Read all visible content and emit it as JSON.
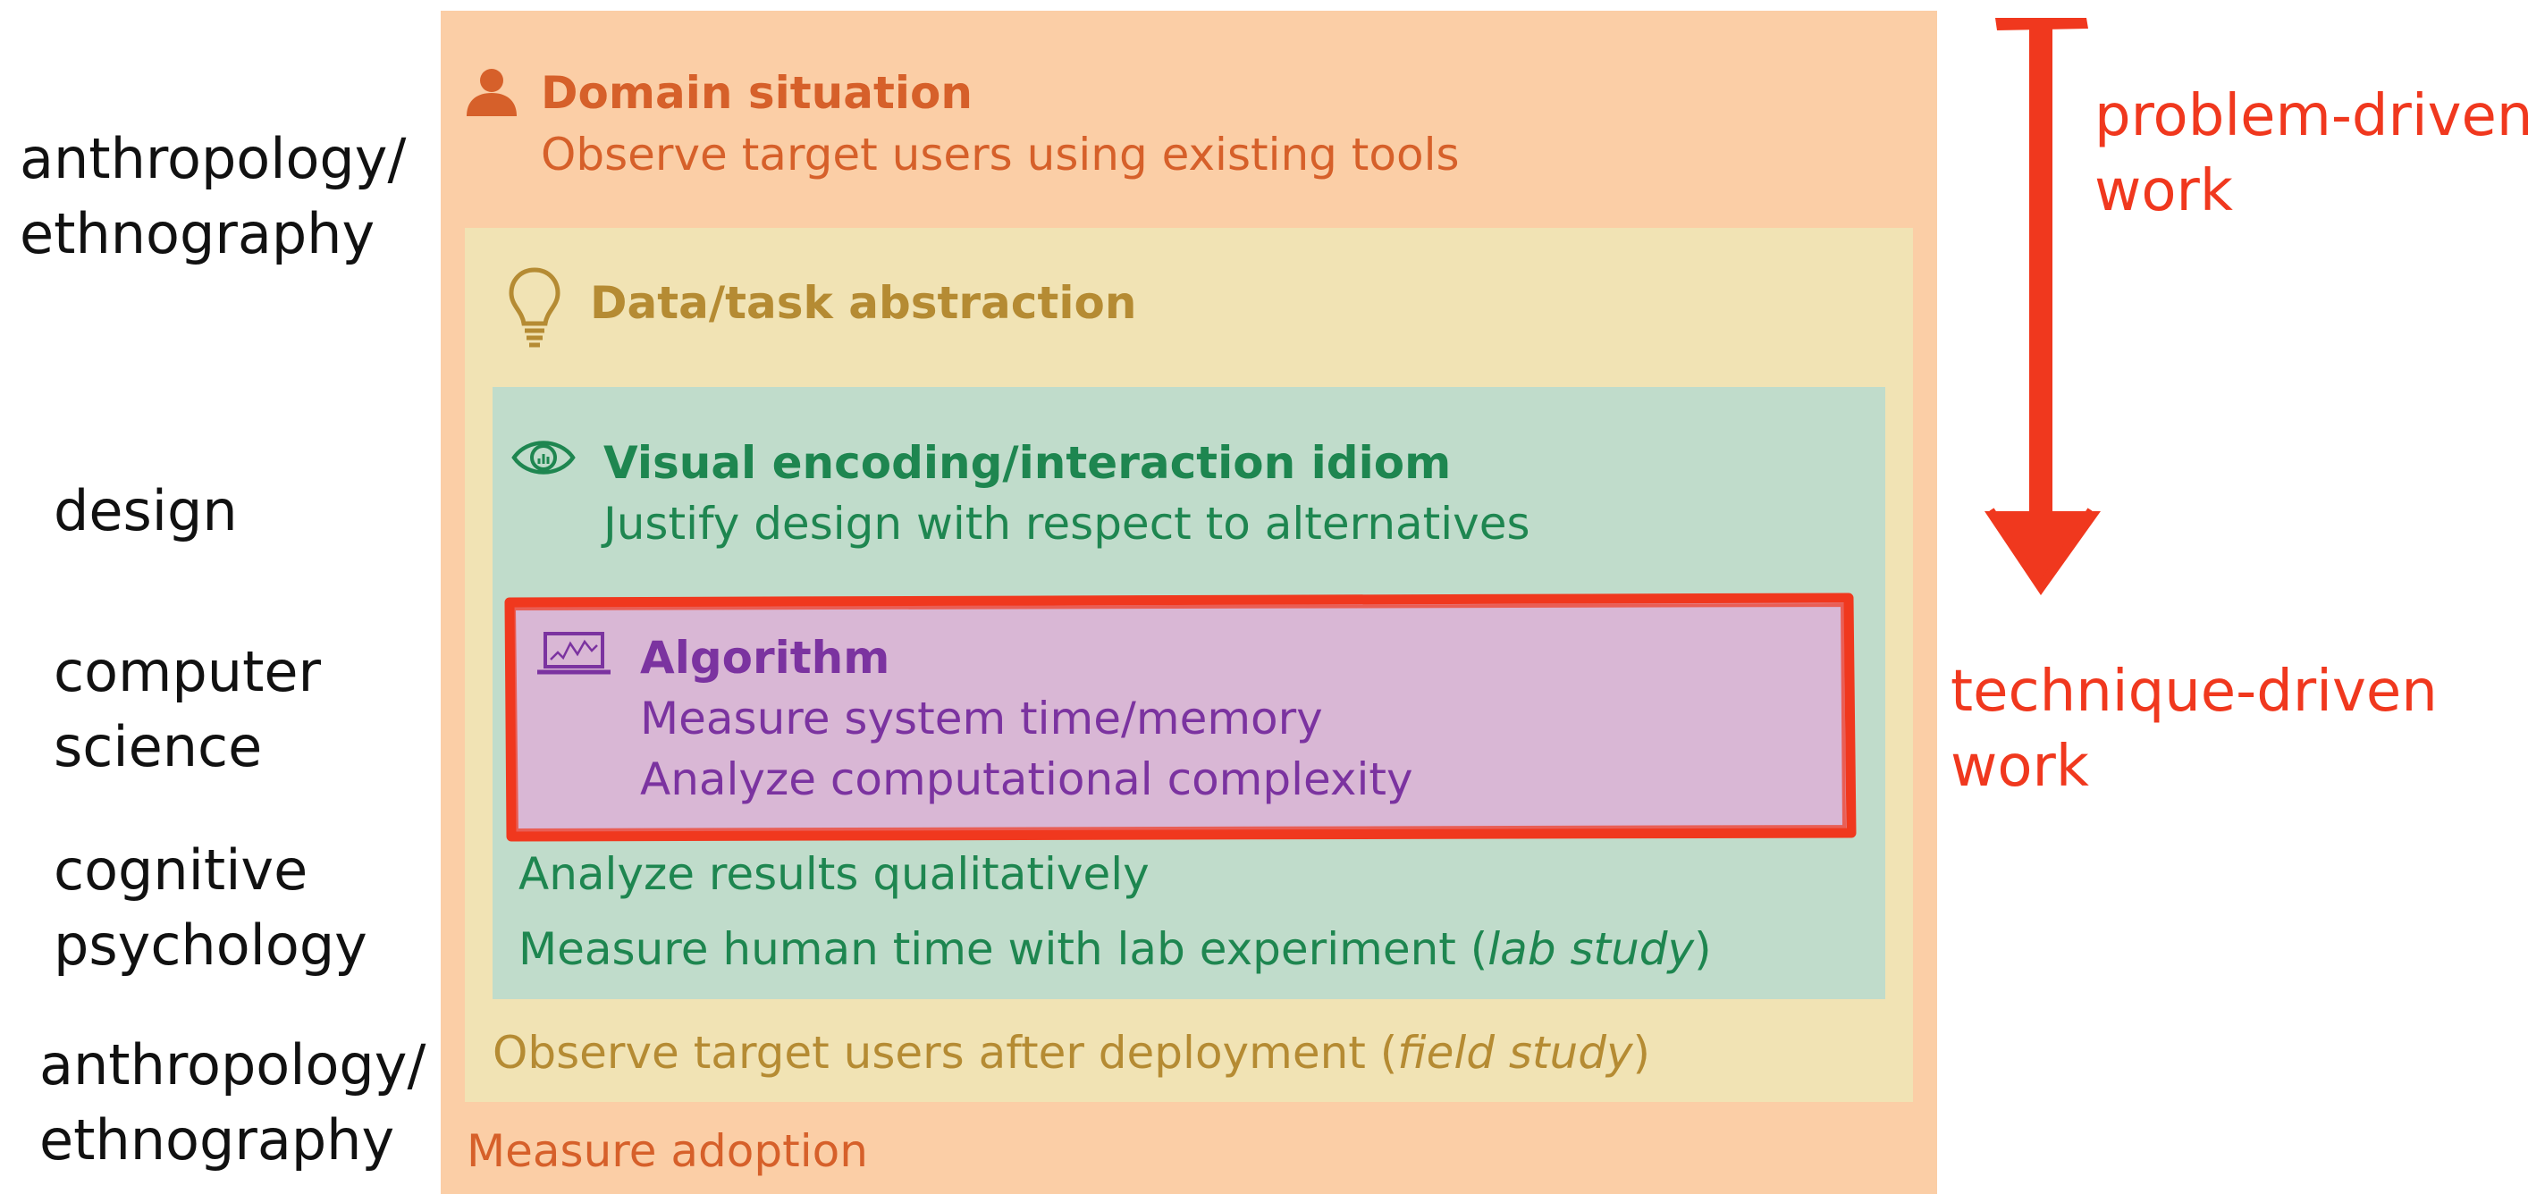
{
  "left_labels": {
    "top": [
      "anthropology/",
      "ethnography"
    ],
    "design": "design",
    "cs": [
      "computer",
      "science"
    ],
    "cogpsych": [
      "cognitive",
      "psychology"
    ],
    "bottom": [
      "anthropology/",
      "ethnography"
    ]
  },
  "domain": {
    "title": "Domain situation",
    "subtitle": "Observe target users using existing tools",
    "footer": "Measure adoption"
  },
  "abstraction": {
    "title": "Data/task abstraction",
    "footer_main": "Observe target users after deployment (",
    "footer_italic": "field study",
    "footer_end": ")"
  },
  "idiom": {
    "title": "Visual encoding/interaction idiom",
    "subtitle": "Justify design with respect to alternatives",
    "footer1": "Analyze results qualitatively",
    "footer2_main": "Measure human time with lab experiment (",
    "footer2_italic": "lab study",
    "footer2_end": ")"
  },
  "algorithm": {
    "title": "Algorithm",
    "line1": "Measure system time/memory",
    "line2": "Analyze computational complexity"
  },
  "right_labels": {
    "problem": [
      "problem-driven",
      "work"
    ],
    "technique": [
      "technique-driven",
      "work"
    ]
  },
  "colors": {
    "domain_bg": "#fbcea6",
    "domain_fg": "#d6602a",
    "abstraction_bg": "#f1e3b4",
    "abstraction_fg": "#b58b33",
    "idiom_bg": "#c0dccb",
    "idiom_fg": "#1e8650",
    "algorithm_bg": "#d9b7d5",
    "algorithm_fg": "#7b33a0",
    "highlight_red": "#f0381e"
  },
  "icons": {
    "domain": "person-icon",
    "abstraction": "lightbulb-icon",
    "idiom": "eye-icon",
    "algorithm": "laptop-icon",
    "arrow": "down-arrow-icon"
  }
}
